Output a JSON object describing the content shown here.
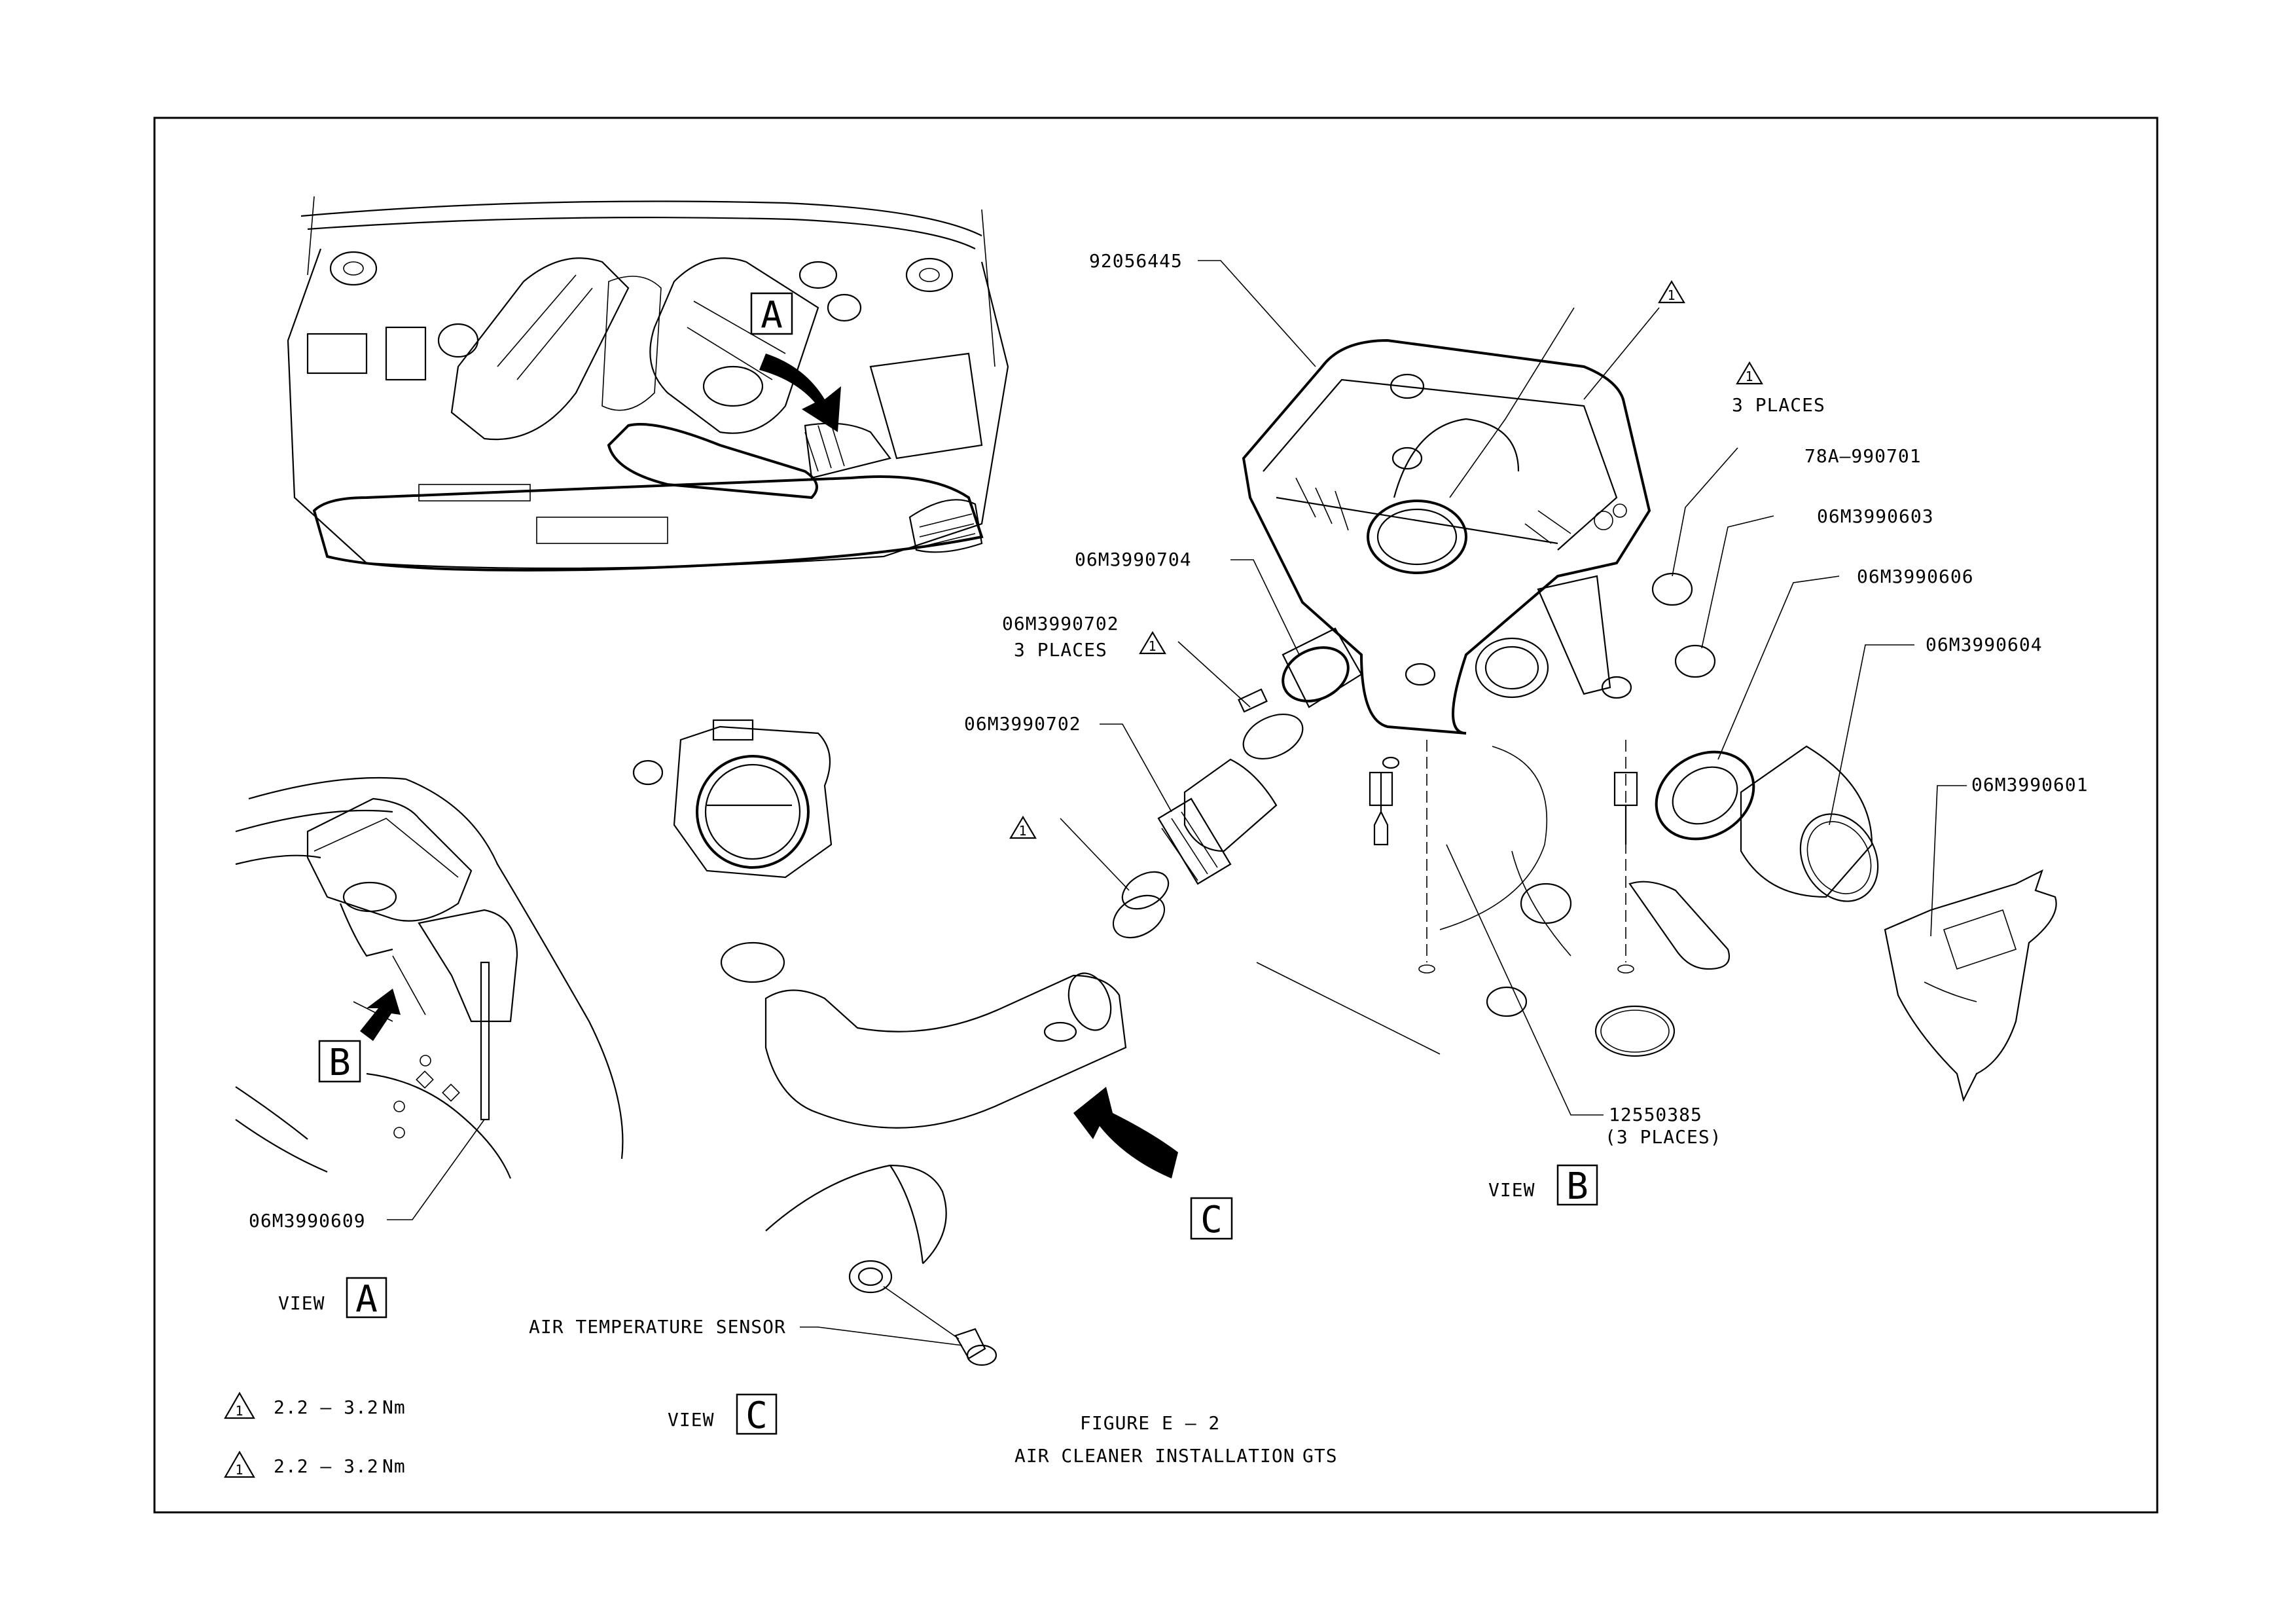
{
  "figure": {
    "number": "FIGURE E – 2",
    "title": "AIR CLEANER INSTALLATION",
    "variant": "GTS"
  },
  "views": {
    "a": {
      "prefix": "VIEW",
      "letter": "A"
    },
    "b": {
      "prefix": "VIEW",
      "letter": "B"
    },
    "c": {
      "prefix": "VIEW",
      "letter": "C"
    }
  },
  "torque_notes": [
    {
      "symbol": "1",
      "value": "2.2 – 3.2",
      "unit": "Nm"
    },
    {
      "symbol": "1",
      "value": "2.2 – 3.2",
      "unit": "Nm"
    }
  ],
  "callouts": {
    "air_cleaner_housing": "92056445",
    "torque_mark_top": "1",
    "torque_mark_places": "1",
    "three_places": "3 PLACES",
    "plug_1": "78A–990701",
    "plug_2": "06M3990603",
    "seal": "06M3990606",
    "duct_tube": "06M3990604",
    "snorkel": "06M3990601",
    "coupling": "06M3990704",
    "clamp_3_places": "06M3990702",
    "clamp_3_places_note": "3 PLACES",
    "torque_mark_clamp": "1",
    "bellows": "06M3990702",
    "torque_mark_lower": "1",
    "bolt": "12550385",
    "bolt_places": "(3 PLACES)",
    "bracket": "06M3990609",
    "sensor": "AIR TEMPERATURE SENSOR"
  }
}
